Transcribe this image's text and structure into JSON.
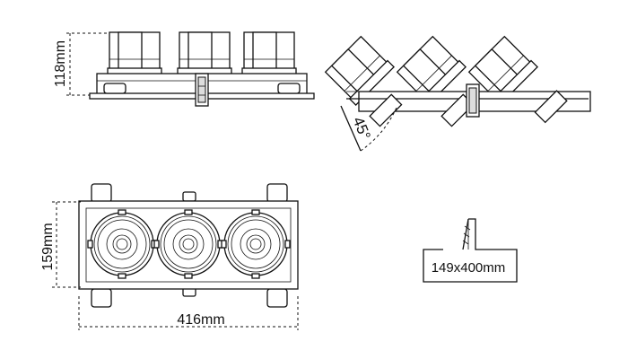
{
  "dimensions": {
    "height": "118mm",
    "tilt": "45°",
    "depth": "159mm",
    "width": "416mm",
    "cutout": "149x400mm"
  },
  "colors": {
    "line": "#111111",
    "background": "#ffffff"
  }
}
